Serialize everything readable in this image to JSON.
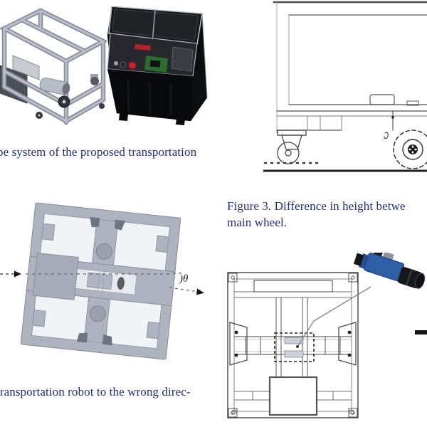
{
  "captions": {
    "prototype_caption": "pe system of the proposed transportation",
    "figure3_caption_line1": "Figure 3. Difference in height betwe",
    "figure3_caption_line2": "main wheel.",
    "wrong_direction_caption": "transportation robot to the wrong direc-"
  },
  "annotations": {
    "angle_label": ")θ"
  },
  "colors": {
    "page_background": "#ffffff",
    "caption_text": "#232e7d",
    "cad_gray": "#aeb3c0",
    "drawing_line": "#3d3d3d",
    "valve_blue": "#2e5ea6",
    "arrow_black": "#15151a"
  }
}
